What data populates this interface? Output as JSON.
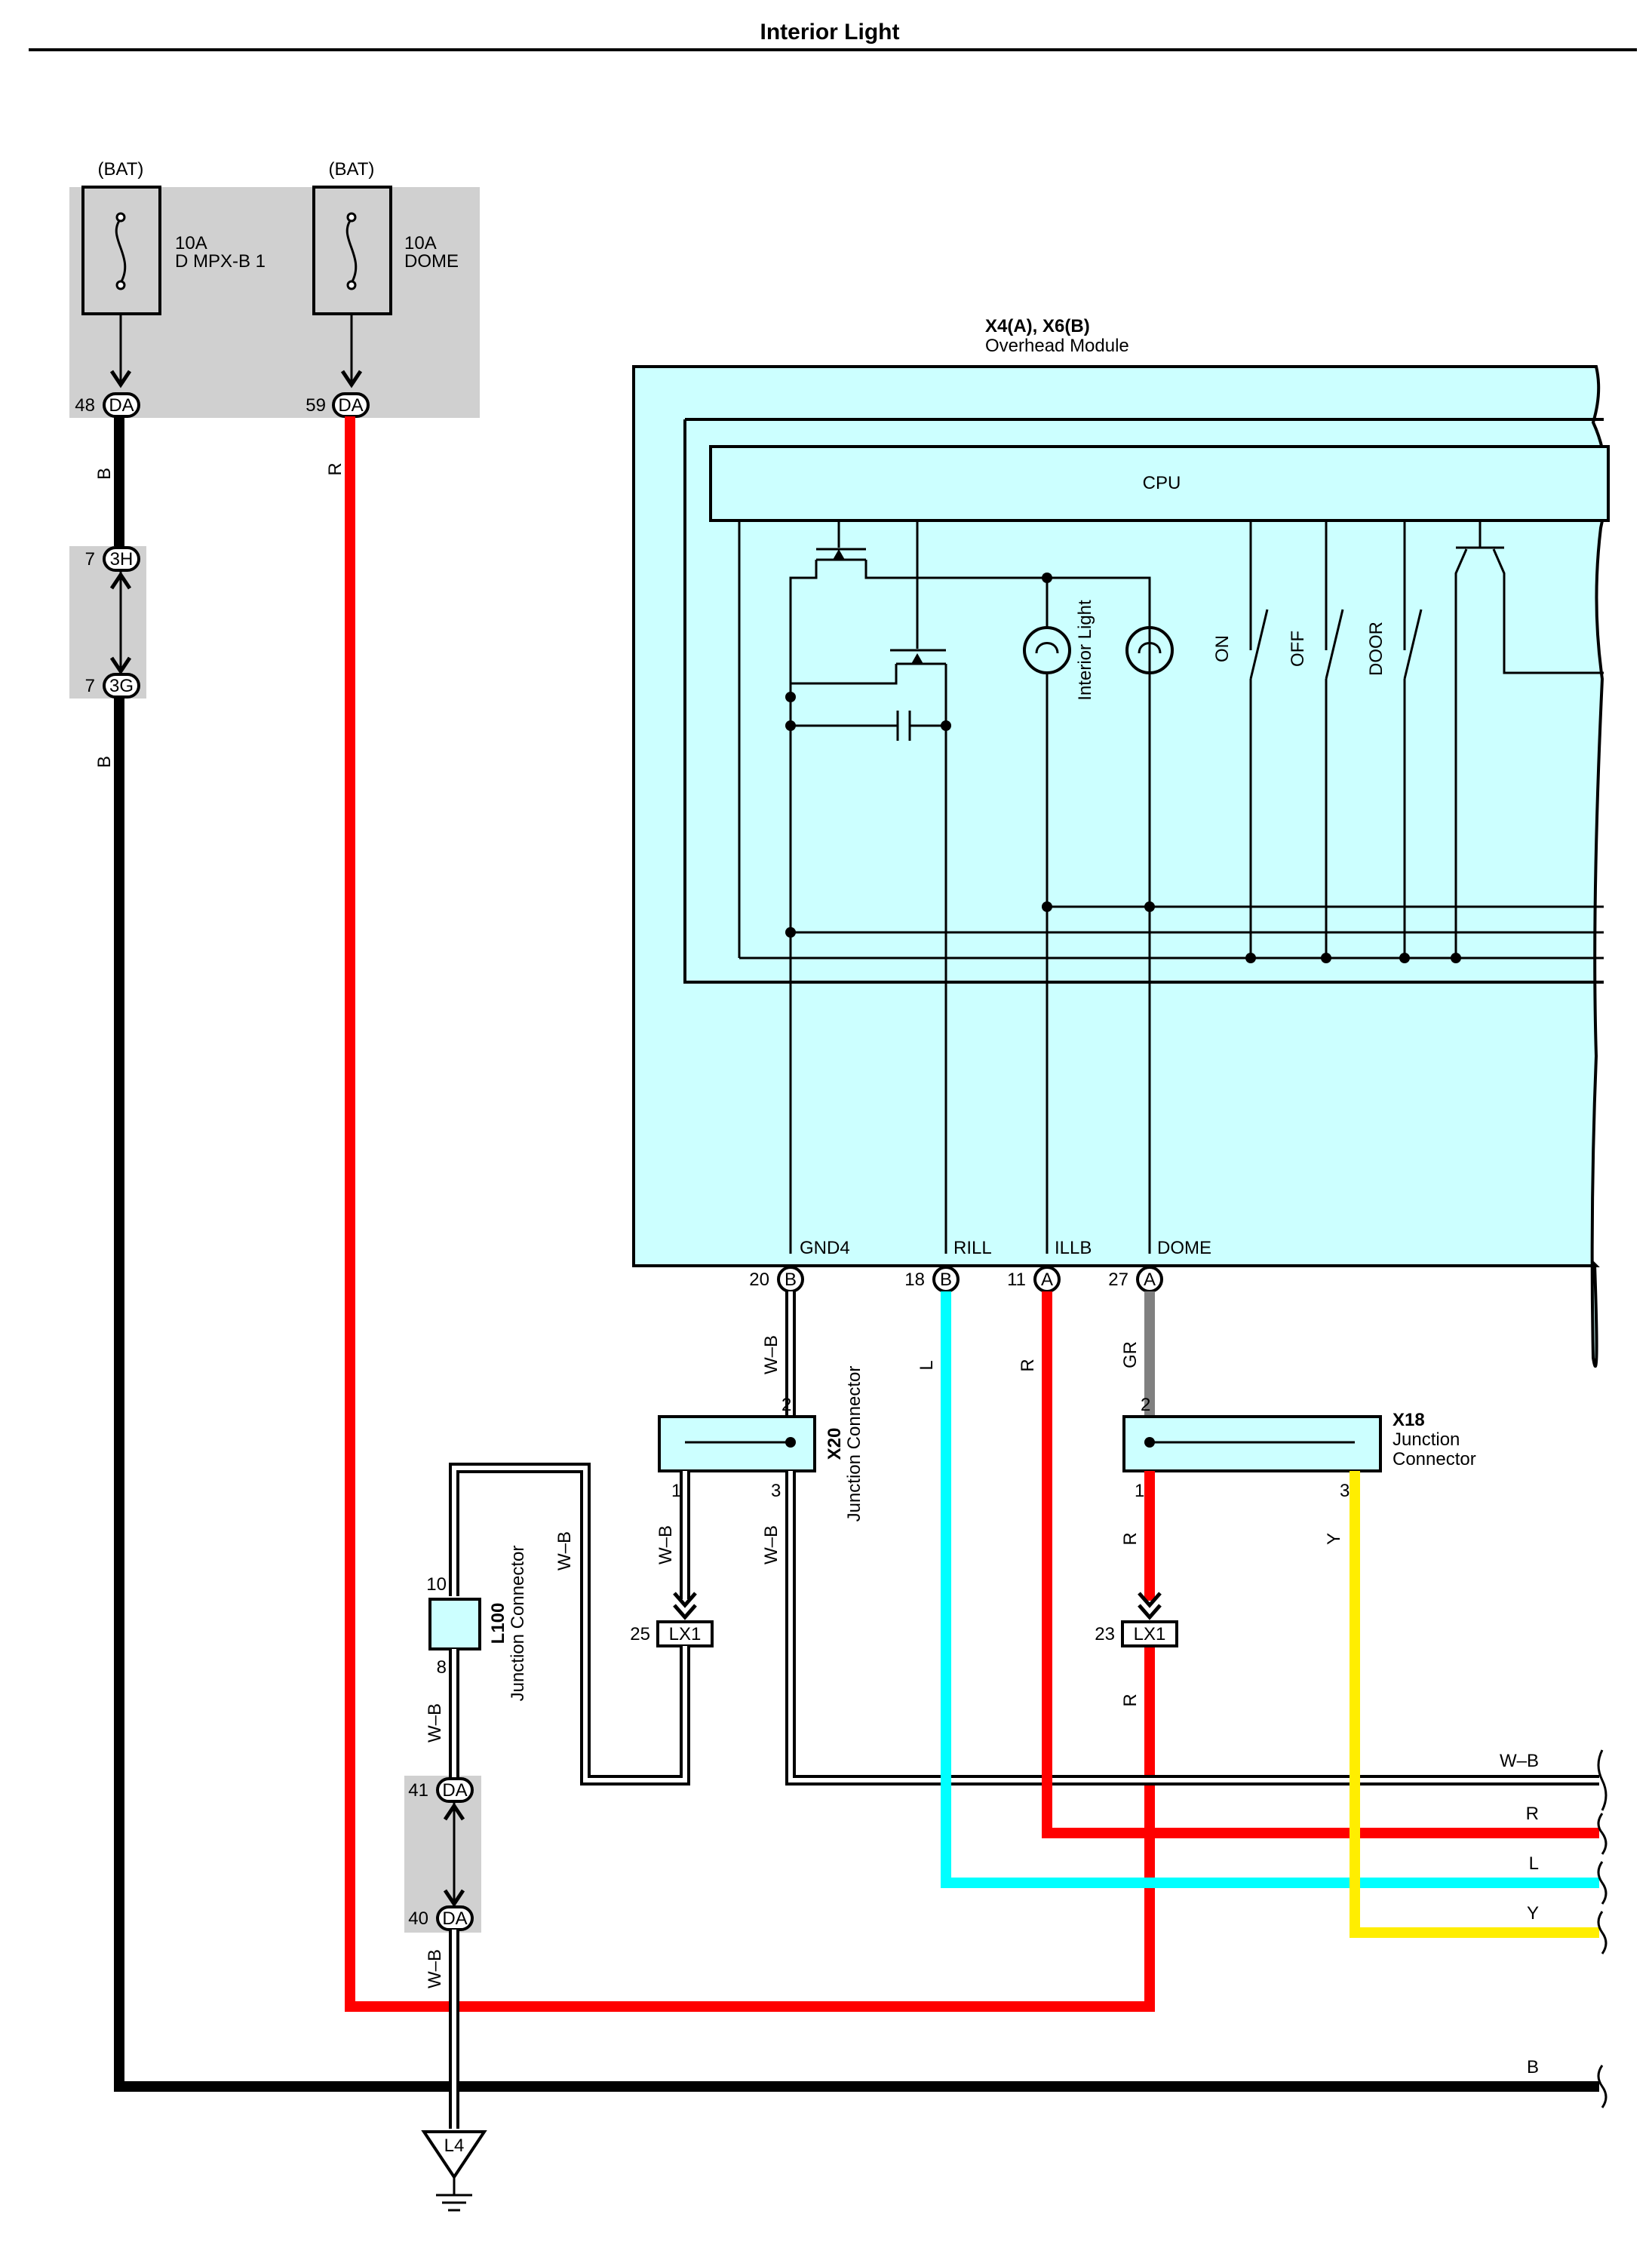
{
  "title": "Interior Light",
  "fuses": [
    {
      "source": "(BAT)",
      "rating": "10A",
      "name": "D MPX-B 1",
      "pin": "48",
      "connector": "DA"
    },
    {
      "source": "(BAT)",
      "rating": "10A",
      "name": "DOME",
      "pin": "59",
      "connector": "DA"
    }
  ],
  "connectors_3h": {
    "pin_top": "7",
    "top": "3H",
    "pin_bottom": "7",
    "bottom": "3G"
  },
  "module": {
    "id": "X4(A), X6(B)",
    "name": "Overhead Module",
    "cpu": "CPU",
    "lamp_label": "Interior Light",
    "switches": [
      "ON",
      "OFF",
      "DOOR"
    ],
    "terminals": [
      {
        "name": "GND4",
        "pin": "20",
        "side": "B"
      },
      {
        "name": "RILL",
        "pin": "18",
        "side": "B"
      },
      {
        "name": "ILLB",
        "pin": "11",
        "side": "A"
      },
      {
        "name": "DOME",
        "pin": "27",
        "side": "A"
      }
    ]
  },
  "wire_colors": {
    "B": "B",
    "R": "R",
    "WB": "W–B",
    "L": "L",
    "GR": "GR",
    "Y": "Y"
  },
  "x20": {
    "id": "X20",
    "name": "Junction Connector",
    "pin_in": "2",
    "pin_out1": "1",
    "pin_out3": "3"
  },
  "x18": {
    "id": "X18",
    "name": "Junction Connector",
    "pin_in": "2",
    "pin_out1": "1",
    "pin_out3": "3"
  },
  "l100": {
    "id": "L100",
    "name": "Junction Connector",
    "pin_top": "10",
    "pin_bottom": "8"
  },
  "lx1_left": {
    "pin": "25",
    "label": "LX1"
  },
  "lx1_right": {
    "pin": "23",
    "label": "LX1"
  },
  "da_pair": {
    "pin_top": "41",
    "top": "DA",
    "pin_bottom": "40",
    "bottom": "DA"
  },
  "ground": {
    "label": "L4"
  },
  "right_wires": [
    "W–B",
    "R",
    "L",
    "Y",
    "B"
  ],
  "colors": {
    "red": "#ff0000",
    "cyan": "#00ffff",
    "yellow": "#ffee00",
    "gray": "#808080",
    "module_fill": "#ccffff",
    "shade": "#d0d0d0",
    "black": "#000000"
  }
}
